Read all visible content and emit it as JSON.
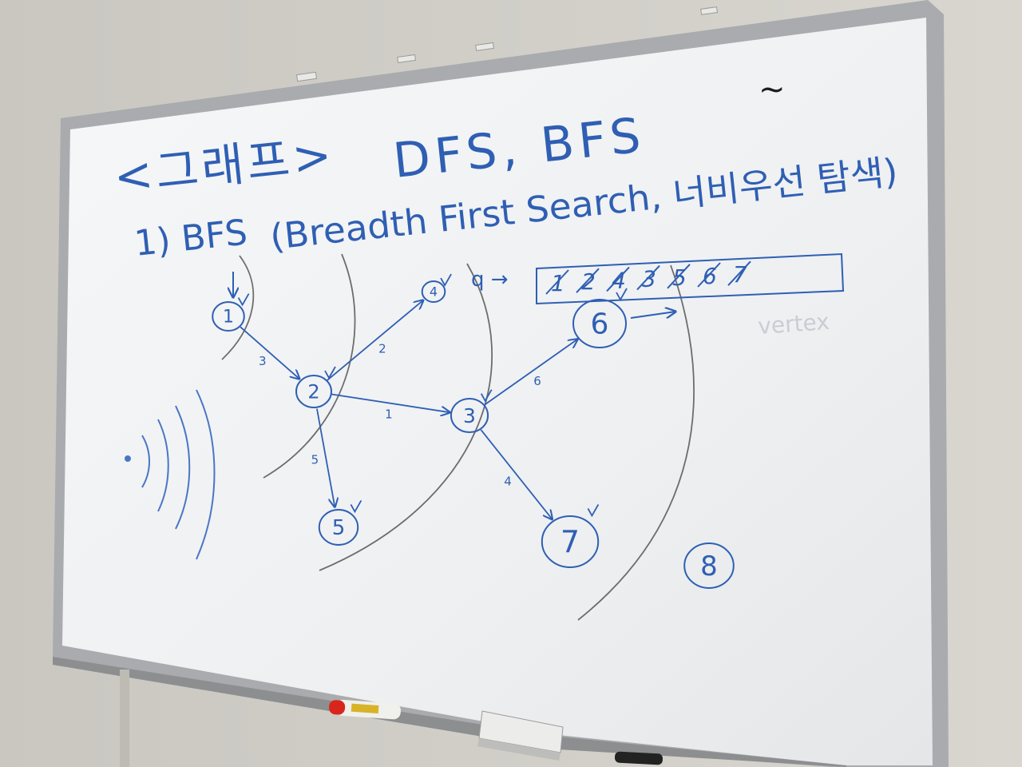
{
  "board": {
    "title_left": "<그래프>",
    "title_right": "DFS, BFS",
    "subtitle_prefix": "1) BFS",
    "subtitle_paren": "(Breadth First Search, 너비우선 탐색)",
    "queue_label": "q →",
    "queue_values": [
      "1",
      "2",
      "4",
      "3",
      "5",
      "6",
      "7"
    ],
    "faint_word": "vertex",
    "corner_mark": "~"
  },
  "graph": {
    "nodes": [
      {
        "id": "1",
        "label": "1"
      },
      {
        "id": "2",
        "label": "2"
      },
      {
        "id": "3",
        "label": "3"
      },
      {
        "id": "4",
        "label": "4"
      },
      {
        "id": "5",
        "label": "5"
      },
      {
        "id": "6",
        "label": "6"
      },
      {
        "id": "7",
        "label": "7"
      },
      {
        "id": "8",
        "label": "8"
      }
    ],
    "edges": [
      {
        "from": "1",
        "to": "2",
        "weight": "3"
      },
      {
        "from": "2",
        "to": "4",
        "weight": "2"
      },
      {
        "from": "2",
        "to": "3",
        "weight": "1"
      },
      {
        "from": "2",
        "to": "5",
        "weight": "5"
      },
      {
        "from": "3",
        "to": "6",
        "weight": "6"
      },
      {
        "from": "3",
        "to": "7",
        "weight": "4"
      }
    ]
  },
  "colors": {
    "marker_blue": "#2f5fb3",
    "board_white": "#f3f4f6",
    "frame_silver": "#a9abae",
    "wall": "#cfcdc6",
    "pencil_gray": "#6d6d6d"
  }
}
